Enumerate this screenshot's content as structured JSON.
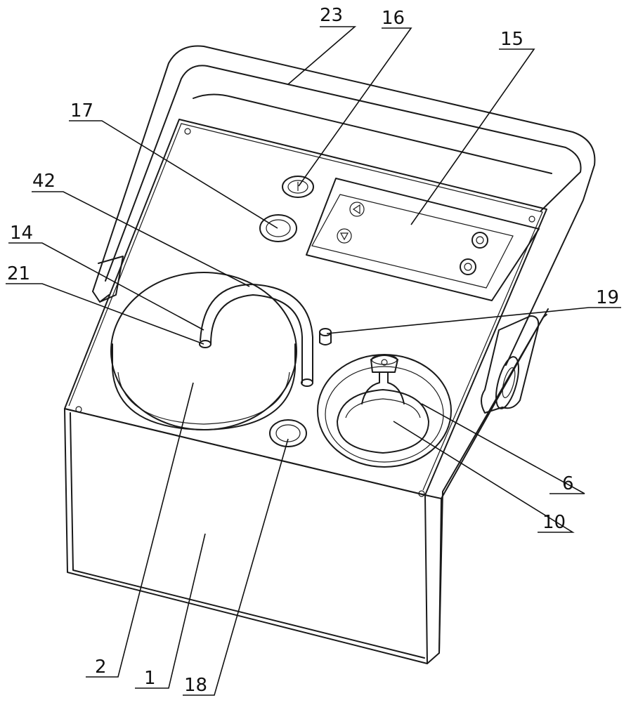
{
  "callouts": [
    {
      "id": "label-23",
      "text": "23"
    },
    {
      "id": "label-16",
      "text": "16"
    },
    {
      "id": "label-15",
      "text": "15"
    },
    {
      "id": "label-17",
      "text": "17"
    },
    {
      "id": "label-42",
      "text": "42"
    },
    {
      "id": "label-14",
      "text": "14"
    },
    {
      "id": "label-21",
      "text": "21"
    },
    {
      "id": "label-19",
      "text": "19"
    },
    {
      "id": "label-6",
      "text": "6"
    },
    {
      "id": "label-10",
      "text": "10"
    },
    {
      "id": "label-2",
      "text": "2"
    },
    {
      "id": "label-1",
      "text": "1"
    },
    {
      "id": "label-18",
      "text": "18"
    }
  ],
  "colors": {
    "line": "#1a1a1a",
    "background": "#ffffff"
  }
}
